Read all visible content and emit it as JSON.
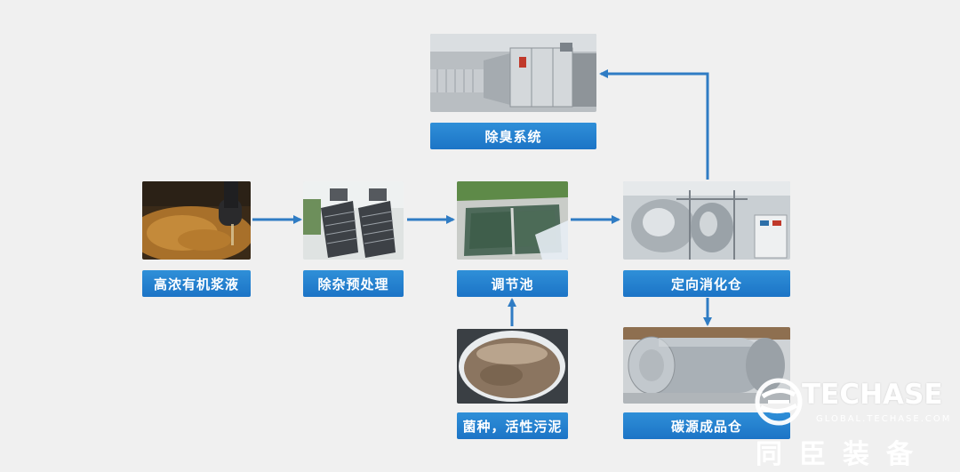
{
  "nodes": {
    "slurry": {
      "label": "高浓有机浆液"
    },
    "pretreatment": {
      "label": "除杂预处理"
    },
    "tank": {
      "label": "调节池"
    },
    "digester": {
      "label": "定向消化仓"
    },
    "deodor": {
      "label": "除臭系统"
    },
    "inoculum": {
      "label": "菌种，活性污泥"
    },
    "storage": {
      "label": "碳源成品仓"
    }
  },
  "colors": {
    "arrow": "#2f7cc4",
    "label_bg": "#1c74c6"
  },
  "logo": {
    "brand": "TECHASE",
    "url": "GLOBAL.TECHASE.COM",
    "chinese": "同臣装备"
  }
}
